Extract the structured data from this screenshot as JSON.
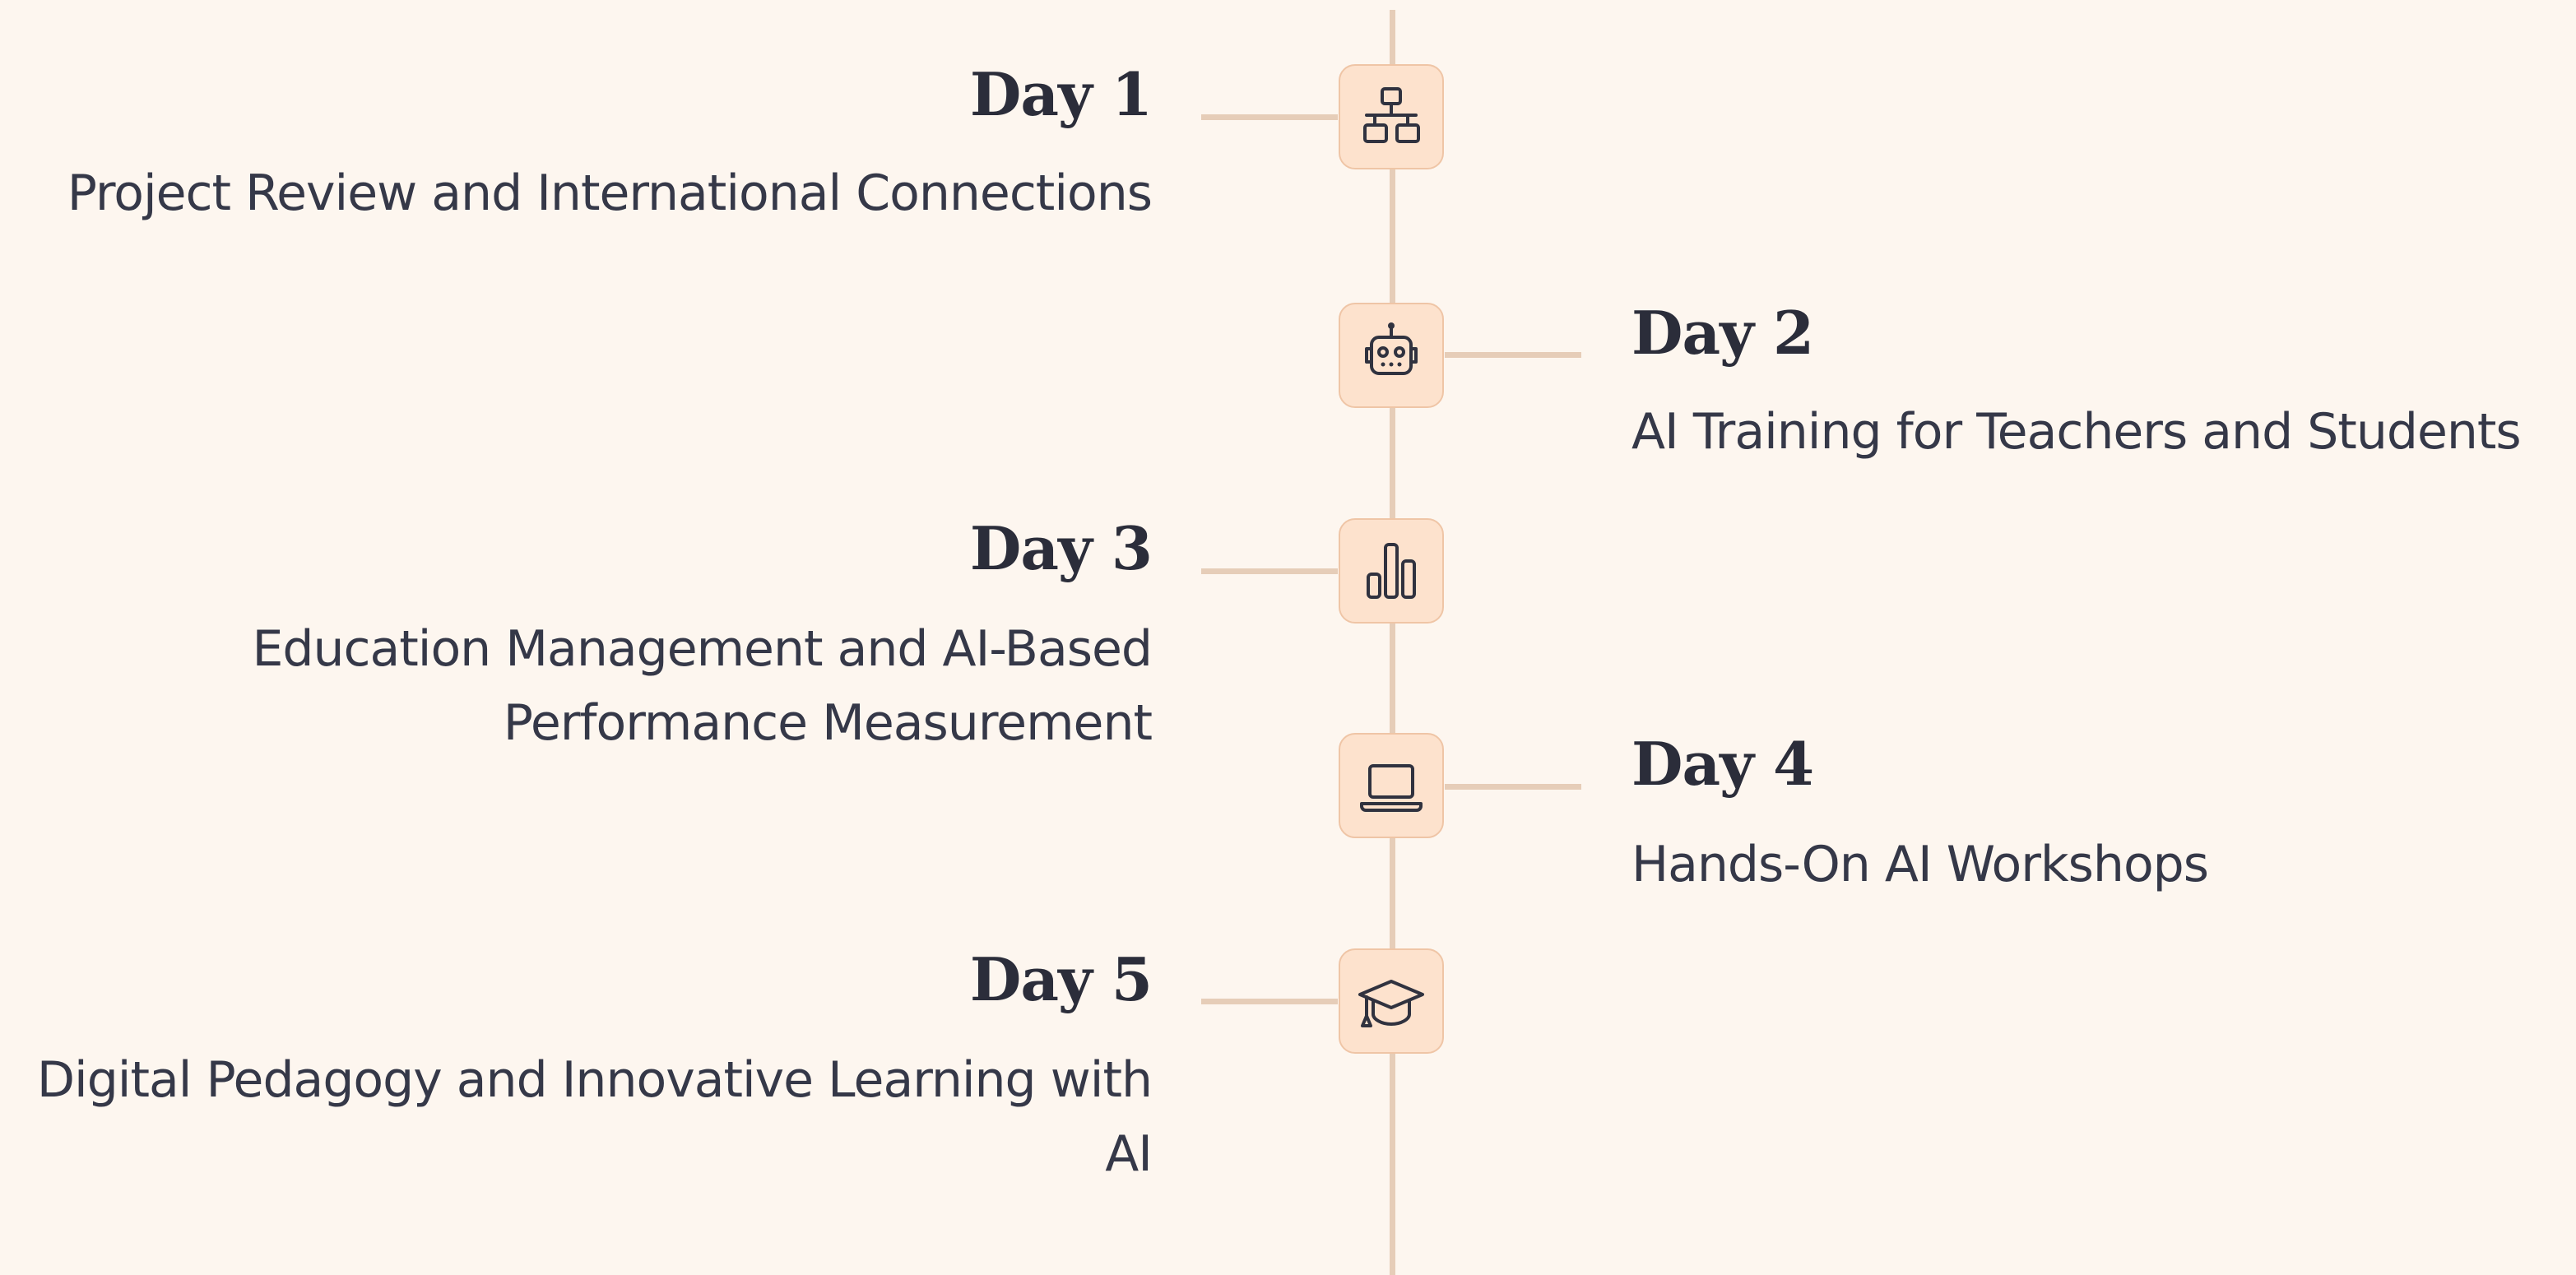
{
  "timeline": {
    "items": [
      {
        "day": "Day 1",
        "description": "Project Review and International Connections",
        "icon": "network-icon"
      },
      {
        "day": "Day 2",
        "description": "AI Training for Teachers and Students",
        "icon": "robot-icon"
      },
      {
        "day": "Day 3",
        "description": "Education Management and AI-Based Performance Measurement",
        "icon": "bar-chart-icon"
      },
      {
        "day": "Day 4",
        "description": "Hands-On AI Workshops",
        "icon": "laptop-icon"
      },
      {
        "day": "Day 5",
        "description": "Digital Pedagogy and Innovative Learning with AI",
        "icon": "graduation-cap-icon"
      }
    ]
  },
  "colors": {
    "background": "#fdf6ef",
    "line": "#e6cdb8",
    "node_fill": "#fde2cd",
    "node_border": "#efc5a6",
    "text": "#2b2d3a"
  }
}
